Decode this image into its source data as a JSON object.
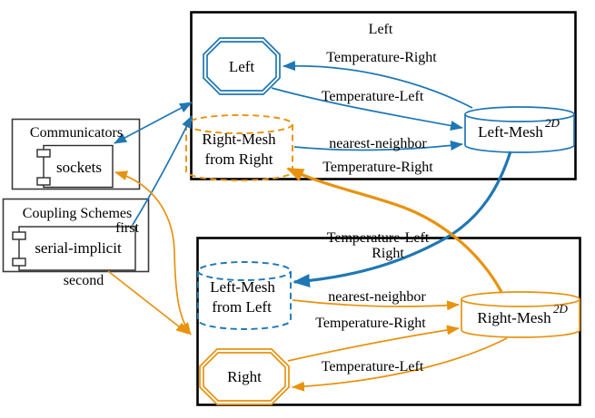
{
  "colors": {
    "blue": "#1f77b4",
    "orange": "#e8920e",
    "participant_border": "#000000",
    "group_border": "#3a3a3a"
  },
  "left_box": {
    "title": "Left",
    "solver_label": "Left",
    "mesh_label": "Left-Mesh",
    "mesh_sup": "2D",
    "received_mesh_line1": "Right-Mesh",
    "received_mesh_line2": "from Right",
    "read_label": "Temperature-Right",
    "write_label": "Temperature-Left",
    "mapping_label": "nearest-neighbor",
    "exchange_label": "Temperature-Right"
  },
  "right_box": {
    "title": "Right",
    "solver_label": "Right",
    "mesh_label": "Right-Mesh",
    "mesh_sup": "2D",
    "received_mesh_line1": "Left-Mesh",
    "received_mesh_line2": "from Left",
    "exchange_label": "Temperature-Left",
    "mapping_label": "nearest-neighbor",
    "write_label": "Temperature-Right",
    "read_label": "Temperature-Left"
  },
  "communicators": {
    "title": "Communicators",
    "item": "sockets"
  },
  "coupling": {
    "title": "Coupling Schemes",
    "item": "serial-implicit",
    "first": "first",
    "second": "second"
  }
}
